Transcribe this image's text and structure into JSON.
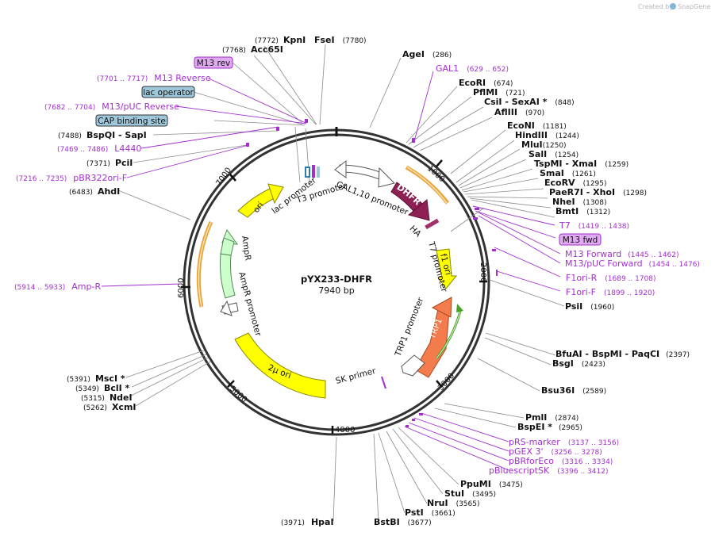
{
  "plasmid": {
    "name": "pYX233-DHFR",
    "length_label": "7940 bp",
    "length": 7940
  },
  "watermark": {
    "prefix": "Created by",
    "brand": "SnapGene"
  },
  "ticks": [
    "1000",
    "2000",
    "3000",
    "4000",
    "5000",
    "6000",
    "7000"
  ],
  "sites": [
    {
      "id": "kpni",
      "name": "KpnI",
      "pos": "(7772)"
    },
    {
      "id": "acc65i",
      "name": "Acc65I",
      "pos": "(7768)"
    },
    {
      "id": "fsei",
      "name": "FseI",
      "pos": "(7780)"
    },
    {
      "id": "agei",
      "name": "AgeI",
      "pos": "(286)"
    },
    {
      "id": "ecori",
      "name": "EcoRI",
      "pos": "(674)"
    },
    {
      "id": "pflmi",
      "name": "PflMI",
      "pos": "(721)"
    },
    {
      "id": "csii",
      "name": "CsiI  - SexAI *",
      "pos": "(848)"
    },
    {
      "id": "aflii",
      "name": "AflIII",
      "pos": "(970)"
    },
    {
      "id": "econi",
      "name": "EcoNI",
      "pos": "(1181)"
    },
    {
      "id": "hindiii",
      "name": "HindIII",
      "pos": "(1244)"
    },
    {
      "id": "mlui",
      "name": "MluI",
      "pos": "(1250)"
    },
    {
      "id": "sali",
      "name": "SalI",
      "pos": "(1254)"
    },
    {
      "id": "tspmi",
      "name": "TspMI  - XmaI",
      "pos": "(1259)"
    },
    {
      "id": "smai",
      "name": "SmaI",
      "pos": "(1261)"
    },
    {
      "id": "ecorv",
      "name": "EcoRV",
      "pos": "(1295)"
    },
    {
      "id": "paer7i",
      "name": "PaeR7I  - XhoI",
      "pos": "(1298)"
    },
    {
      "id": "nhei",
      "name": "NheI",
      "pos": "(1308)"
    },
    {
      "id": "bmti",
      "name": "BmtI",
      "pos": "(1312)"
    },
    {
      "id": "psii",
      "name": "PsiI",
      "pos": "(1960)"
    },
    {
      "id": "bfuai",
      "name": "BfuAI  - BspMI  - PaqCI",
      "pos": "(2397)"
    },
    {
      "id": "bsgi",
      "name": "BsgI",
      "pos": "(2423)"
    },
    {
      "id": "bsu36i",
      "name": "Bsu36I",
      "pos": "(2589)"
    },
    {
      "id": "pmli",
      "name": "PmlI",
      "pos": "(2874)"
    },
    {
      "id": "bspei",
      "name": "BspEI *",
      "pos": "(2965)"
    },
    {
      "id": "ppumi",
      "name": "PpuMI",
      "pos": "(3475)"
    },
    {
      "id": "stui",
      "name": "StuI",
      "pos": "(3495)"
    },
    {
      "id": "nrui",
      "name": "NruI",
      "pos": "(3565)"
    },
    {
      "id": "psti",
      "name": "PstI",
      "pos": "(3661)"
    },
    {
      "id": "bstbi",
      "name": "BstBI",
      "pos": "(3677)"
    },
    {
      "id": "hpai",
      "name": "HpaI",
      "pos": "(3971)"
    },
    {
      "id": "xcmi",
      "name": "XcmI",
      "pos": "(5262)"
    },
    {
      "id": "ndei",
      "name": "NdeI",
      "pos": "(5315)"
    },
    {
      "id": "bcli",
      "name": "BclI *",
      "pos": "(5349)"
    },
    {
      "id": "msci",
      "name": "MscI *",
      "pos": "(5391)"
    },
    {
      "id": "ahdi",
      "name": "AhdI",
      "pos": "(6483)"
    },
    {
      "id": "pcii",
      "name": "PciI",
      "pos": "(7371)"
    },
    {
      "id": "bspqi",
      "name": "BspQI  - SapI",
      "pos": "(7488)"
    }
  ],
  "primers": [
    {
      "id": "gal1",
      "name": "GAL1",
      "pos": "(629 .. 652)"
    },
    {
      "id": "t7",
      "name": "T7",
      "pos": "(1419 .. 1438)"
    },
    {
      "id": "m13fwd_primer",
      "name": "M13 Forward",
      "pos": "(1445 .. 1462)"
    },
    {
      "id": "m13puc_fwd",
      "name": "M13/pUC Forward",
      "pos": "(1454 .. 1476)"
    },
    {
      "id": "f1ori_r",
      "name": "F1ori-R",
      "pos": "(1689 .. 1708)"
    },
    {
      "id": "f1ori_f",
      "name": "F1ori-F",
      "pos": "(1899 .. 1920)"
    },
    {
      "id": "prs_marker",
      "name": "pRS-marker",
      "pos": "(3137 .. 3156)"
    },
    {
      "id": "pgex3",
      "name": "pGEX 3'",
      "pos": "(3256 .. 3278)"
    },
    {
      "id": "pbrforeco",
      "name": "pBRforEco",
      "pos": "(3316 .. 3334)"
    },
    {
      "id": "pbluescriptsk",
      "name": "pBluescriptSK",
      "pos": "(3396 .. 3412)"
    },
    {
      "id": "m13rev_primer",
      "name": "M13 Reverse",
      "pos": "(7701 .. 7717)"
    },
    {
      "id": "m13puc_rev",
      "name": "M13/pUC Reverse",
      "pos": "(7682 .. 7704)"
    },
    {
      "id": "l4440",
      "name": "L4440",
      "pos": "(7469 .. 7486)"
    },
    {
      "id": "pbr322ori_f",
      "name": "pBR322ori-F",
      "pos": "(7216 .. 7235)"
    },
    {
      "id": "ampr_primer",
      "name": "Amp-R",
      "pos": "(5914 .. 5933)"
    }
  ],
  "boxed_labels": [
    {
      "id": "m13rev",
      "name": "M13 rev",
      "color": "#dfaaf0"
    },
    {
      "id": "lacop",
      "name": "lac operator",
      "color": "#9ec8d9"
    },
    {
      "id": "cap",
      "name": "CAP binding site",
      "color": "#9ec8d9"
    },
    {
      "id": "m13fwd",
      "name": "M13 fwd",
      "color": "#dfaaf0"
    }
  ],
  "features": [
    {
      "id": "gal110",
      "name": "GAL1,10 promoter",
      "color": "#ffffff"
    },
    {
      "id": "dhfr",
      "name": "DHFR",
      "color": "#8f2054"
    },
    {
      "id": "ha",
      "name": "HA",
      "color": "#8f2054"
    },
    {
      "id": "t7promoter",
      "name": "T7 promoter",
      "color": "#ffffff"
    },
    {
      "id": "f1ori",
      "name": "f1 ori",
      "color": "#ffff00"
    },
    {
      "id": "trp1promoter",
      "name": "TRP1 promoter",
      "color": "#ffffff"
    },
    {
      "id": "trp1",
      "name": "TRP1",
      "color": "#f47b4b"
    },
    {
      "id": "skprimer",
      "name": "SK primer",
      "color": "#a22fce"
    },
    {
      "id": "twomu",
      "name": "2µ ori",
      "color": "#ffff00"
    },
    {
      "id": "ampr_promoter",
      "name": "AmpR promoter",
      "color": "#ffffff"
    },
    {
      "id": "ampr",
      "name": "AmpR",
      "color": "#ccffcc"
    },
    {
      "id": "ori",
      "name": "ori",
      "color": "#ffff00"
    },
    {
      "id": "lacpromoter",
      "name": "lac promoter",
      "color": "#ffffff"
    },
    {
      "id": "t3promoter",
      "name": "T3 promoter",
      "color": "#ffffff"
    }
  ]
}
